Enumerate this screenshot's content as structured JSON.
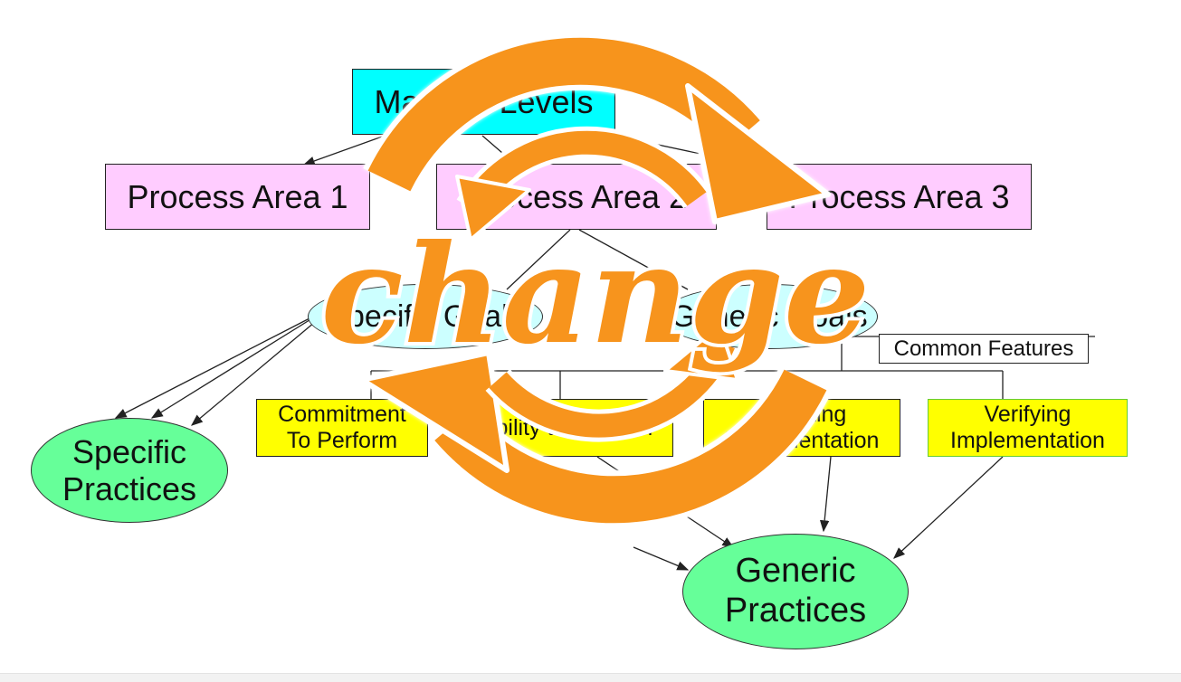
{
  "nodes": {
    "maturity_levels": "Maturity Levels",
    "process_area_1": "Process Area 1",
    "process_area_2": "Process Area 2",
    "process_area_3": "Process Area 3",
    "specific_goals": "Specific Goals",
    "generic_goals": "Generic Goals",
    "common_features": "Common Features",
    "commitment_line1": "Commitment",
    "commitment_line2": "To Perform",
    "ability": "Ability to Perform",
    "directing_line1": "Directing",
    "directing_line2": "Implementation",
    "verifying_line1": "Verifying",
    "verifying_line2": "Implementation",
    "specific_practices_line1": "Specific",
    "specific_practices_line2": "Practices",
    "generic_practices_line1": "Generic",
    "generic_practices_line2": "Practices"
  },
  "overlay": {
    "logo_text": "change"
  },
  "colors": {
    "maturity": "#00ffff",
    "process_area": "#ffccff",
    "goal": "#ccffff",
    "feature": "#ffff00",
    "practice": "#66ff99",
    "overlay_orange": "#f7941d"
  }
}
